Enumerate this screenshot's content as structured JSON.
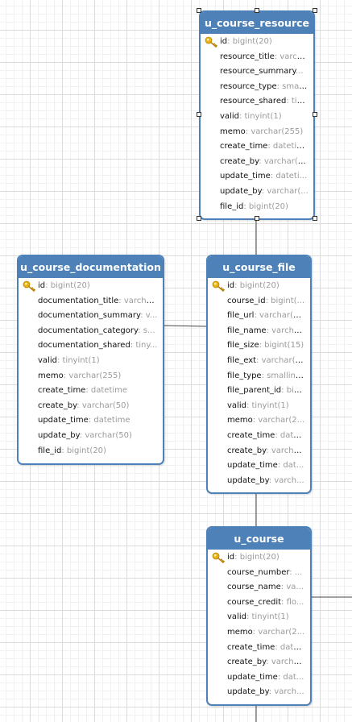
{
  "entities": [
    {
      "name": "u_course_resource",
      "fields": [
        {
          "name": "id",
          "type": ": bigint(20)",
          "pk": true
        },
        {
          "name": "resource_title",
          "type": ": varch...",
          "pk": false
        },
        {
          "name": "resource_summary",
          "type": "...",
          "pk": false
        },
        {
          "name": "resource_type",
          "type": ": smal...",
          "pk": false
        },
        {
          "name": "resource_shared",
          "type": ": tin...",
          "pk": false
        },
        {
          "name": "valid",
          "type": ": tinyint(1)",
          "pk": false
        },
        {
          "name": "memo",
          "type": ": varchar(255)",
          "pk": false
        },
        {
          "name": "create_time",
          "type": ": datetime",
          "pk": false
        },
        {
          "name": "create_by",
          "type": ": varchar(5...",
          "pk": false
        },
        {
          "name": "update_time",
          "type": ": dateti...",
          "pk": false
        },
        {
          "name": "update_by",
          "type": ": varchar(...",
          "pk": false
        },
        {
          "name": "file_id",
          "type": ": bigint(20)",
          "pk": false
        }
      ]
    },
    {
      "name": "u_course_documentation",
      "fields": [
        {
          "name": "id",
          "type": ": bigint(20)",
          "pk": true
        },
        {
          "name": "documentation_title",
          "type": ": varcha...",
          "pk": false
        },
        {
          "name": "documentation_summary",
          "type": ": v...",
          "pk": false
        },
        {
          "name": "documentation_category",
          "type": ": s...",
          "pk": false
        },
        {
          "name": "documentation_shared",
          "type": ": tiny...",
          "pk": false
        },
        {
          "name": "valid",
          "type": ": tinyint(1)",
          "pk": false
        },
        {
          "name": "memo",
          "type": ": varchar(255)",
          "pk": false
        },
        {
          "name": "create_time",
          "type": ": datetime",
          "pk": false
        },
        {
          "name": "create_by",
          "type": ": varchar(50)",
          "pk": false
        },
        {
          "name": "update_time",
          "type": ": datetime",
          "pk": false
        },
        {
          "name": "update_by",
          "type": ": varchar(50)",
          "pk": false
        },
        {
          "name": "file_id",
          "type": ": bigint(20)",
          "pk": false
        }
      ]
    },
    {
      "name": "u_course_file",
      "fields": [
        {
          "name": "id",
          "type": ": bigint(20)",
          "pk": true
        },
        {
          "name": "course_id",
          "type": ": bigint(...",
          "pk": false
        },
        {
          "name": "file_url",
          "type": ": varchar(2...",
          "pk": false
        },
        {
          "name": "file_name",
          "type": ": varcha...",
          "pk": false
        },
        {
          "name": "file_size",
          "type": ": bigint(15)",
          "pk": false
        },
        {
          "name": "file_ext",
          "type": ": varchar(3...",
          "pk": false
        },
        {
          "name": "file_type",
          "type": ": smallint...",
          "pk": false
        },
        {
          "name": "file_parent_id",
          "type": ": big...",
          "pk": false
        },
        {
          "name": "valid",
          "type": ": tinyint(1)",
          "pk": false
        },
        {
          "name": "memo",
          "type": ": varchar(2...",
          "pk": false
        },
        {
          "name": "create_time",
          "type": ": datet...",
          "pk": false
        },
        {
          "name": "create_by",
          "type": ": varcha...",
          "pk": false
        },
        {
          "name": "update_time",
          "type": ": dat...",
          "pk": false
        },
        {
          "name": "update_by",
          "type": ": varch...",
          "pk": false
        }
      ]
    },
    {
      "name": "u_course",
      "fields": [
        {
          "name": "id",
          "type": ": bigint(20)",
          "pk": true
        },
        {
          "name": "course_number",
          "type": ": ...",
          "pk": false
        },
        {
          "name": "course_name",
          "type": ": va...",
          "pk": false
        },
        {
          "name": "course_credit",
          "type": ": flo...",
          "pk": false
        },
        {
          "name": "valid",
          "type": ": tinyint(1)",
          "pk": false
        },
        {
          "name": "memo",
          "type": ": varchar(2...",
          "pk": false
        },
        {
          "name": "create_time",
          "type": ": datet...",
          "pk": false
        },
        {
          "name": "create_by",
          "type": ": varcha...",
          "pk": false
        },
        {
          "name": "update_time",
          "type": ": dat...",
          "pk": false
        },
        {
          "name": "update_by",
          "type": ": varch...",
          "pk": false
        }
      ]
    }
  ],
  "colors": {
    "header": "#4d81b8",
    "grid": "#dcdcdc",
    "type_text": "#9a9a9a",
    "key_icon": "#e7b416",
    "connector": "#444444"
  },
  "icons": {
    "primary_key": "key-icon"
  }
}
